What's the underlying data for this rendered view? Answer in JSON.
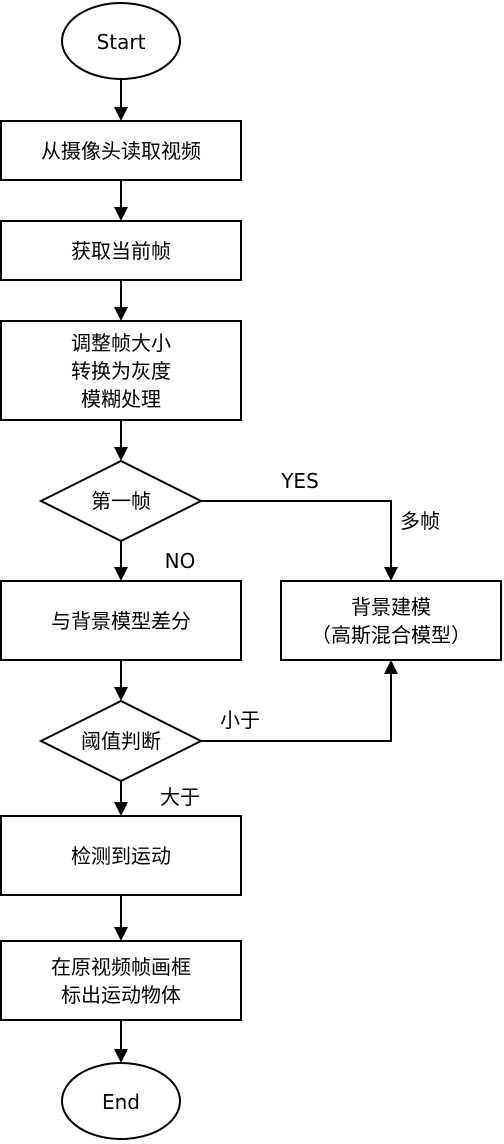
{
  "nodes": {
    "start": {
      "text": "Start"
    },
    "read_video": {
      "text": "从摄像头读取视频"
    },
    "get_frame": {
      "text": "获取当前帧"
    },
    "preprocess": {
      "lines": [
        "调整帧大小",
        "转换为灰度",
        "模糊处理"
      ]
    },
    "first_frame": {
      "text": "第一帧"
    },
    "diff": {
      "text": "与背景模型差分"
    },
    "bg_model": {
      "lines": [
        "背景建模",
        "（高斯混合模型）"
      ]
    },
    "threshold": {
      "text": "阈值判断"
    },
    "detect": {
      "text": "检测到运动"
    },
    "draw_box": {
      "lines": [
        "在原视频帧画框",
        "标出运动物体"
      ]
    },
    "end": {
      "text": "End"
    }
  },
  "edges": {
    "yes": "YES",
    "multi_frame": "多帧",
    "no": "NO",
    "less_than": "小于",
    "greater_than": "大于"
  }
}
